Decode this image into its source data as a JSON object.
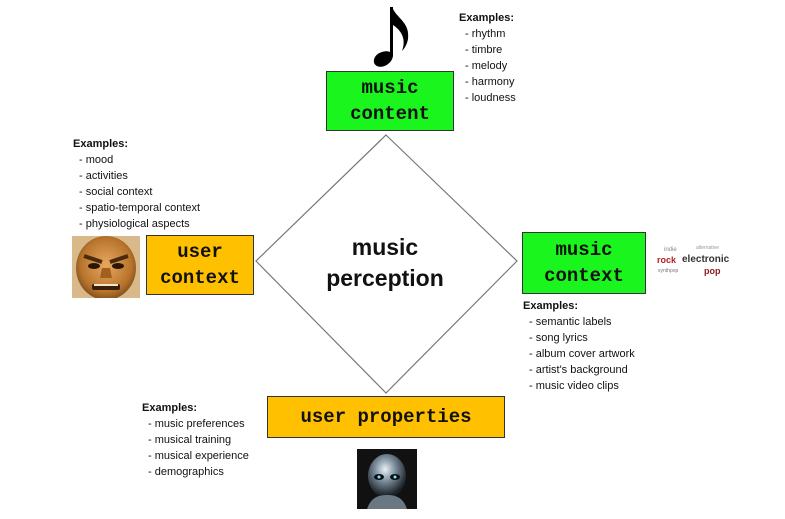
{
  "center": {
    "line1": "music",
    "line2": "perception"
  },
  "nodes": {
    "music_content": {
      "line1": "music",
      "line2": "content",
      "color": "#19f51d"
    },
    "music_context": {
      "line1": "music",
      "line2": "context",
      "color": "#19f51d"
    },
    "user_context": {
      "line1": "user",
      "line2": "context",
      "color": "#ffc000"
    },
    "user_properties": {
      "label": "user properties",
      "color": "#ffc000"
    }
  },
  "examples": {
    "music_content": {
      "heading": "Examples:",
      "items": [
        "rhythm",
        "timbre",
        "melody",
        "harmony",
        "loudness"
      ]
    },
    "user_context": {
      "heading": "Examples:",
      "items": [
        "mood",
        "activities",
        "social context",
        "spatio-temporal context",
        "physiological aspects"
      ]
    },
    "music_context": {
      "heading": "Examples:",
      "items": [
        "semantic labels",
        "song lyrics",
        "album cover artwork",
        "artist's background",
        "music video clips"
      ]
    },
    "user_properties": {
      "heading": "Examples:",
      "items": [
        "music preferences",
        "musical training",
        "musical experience",
        "demographics"
      ]
    }
  },
  "tag_cloud": [
    "rock",
    "electronic",
    "pop",
    "indie",
    "synthpop",
    "alternative"
  ],
  "icons": {
    "music_content": "eighth-note-icon",
    "user_context": "angry-face-image",
    "music_context": "tag-cloud-image",
    "user_properties": "chrome-head-image"
  }
}
